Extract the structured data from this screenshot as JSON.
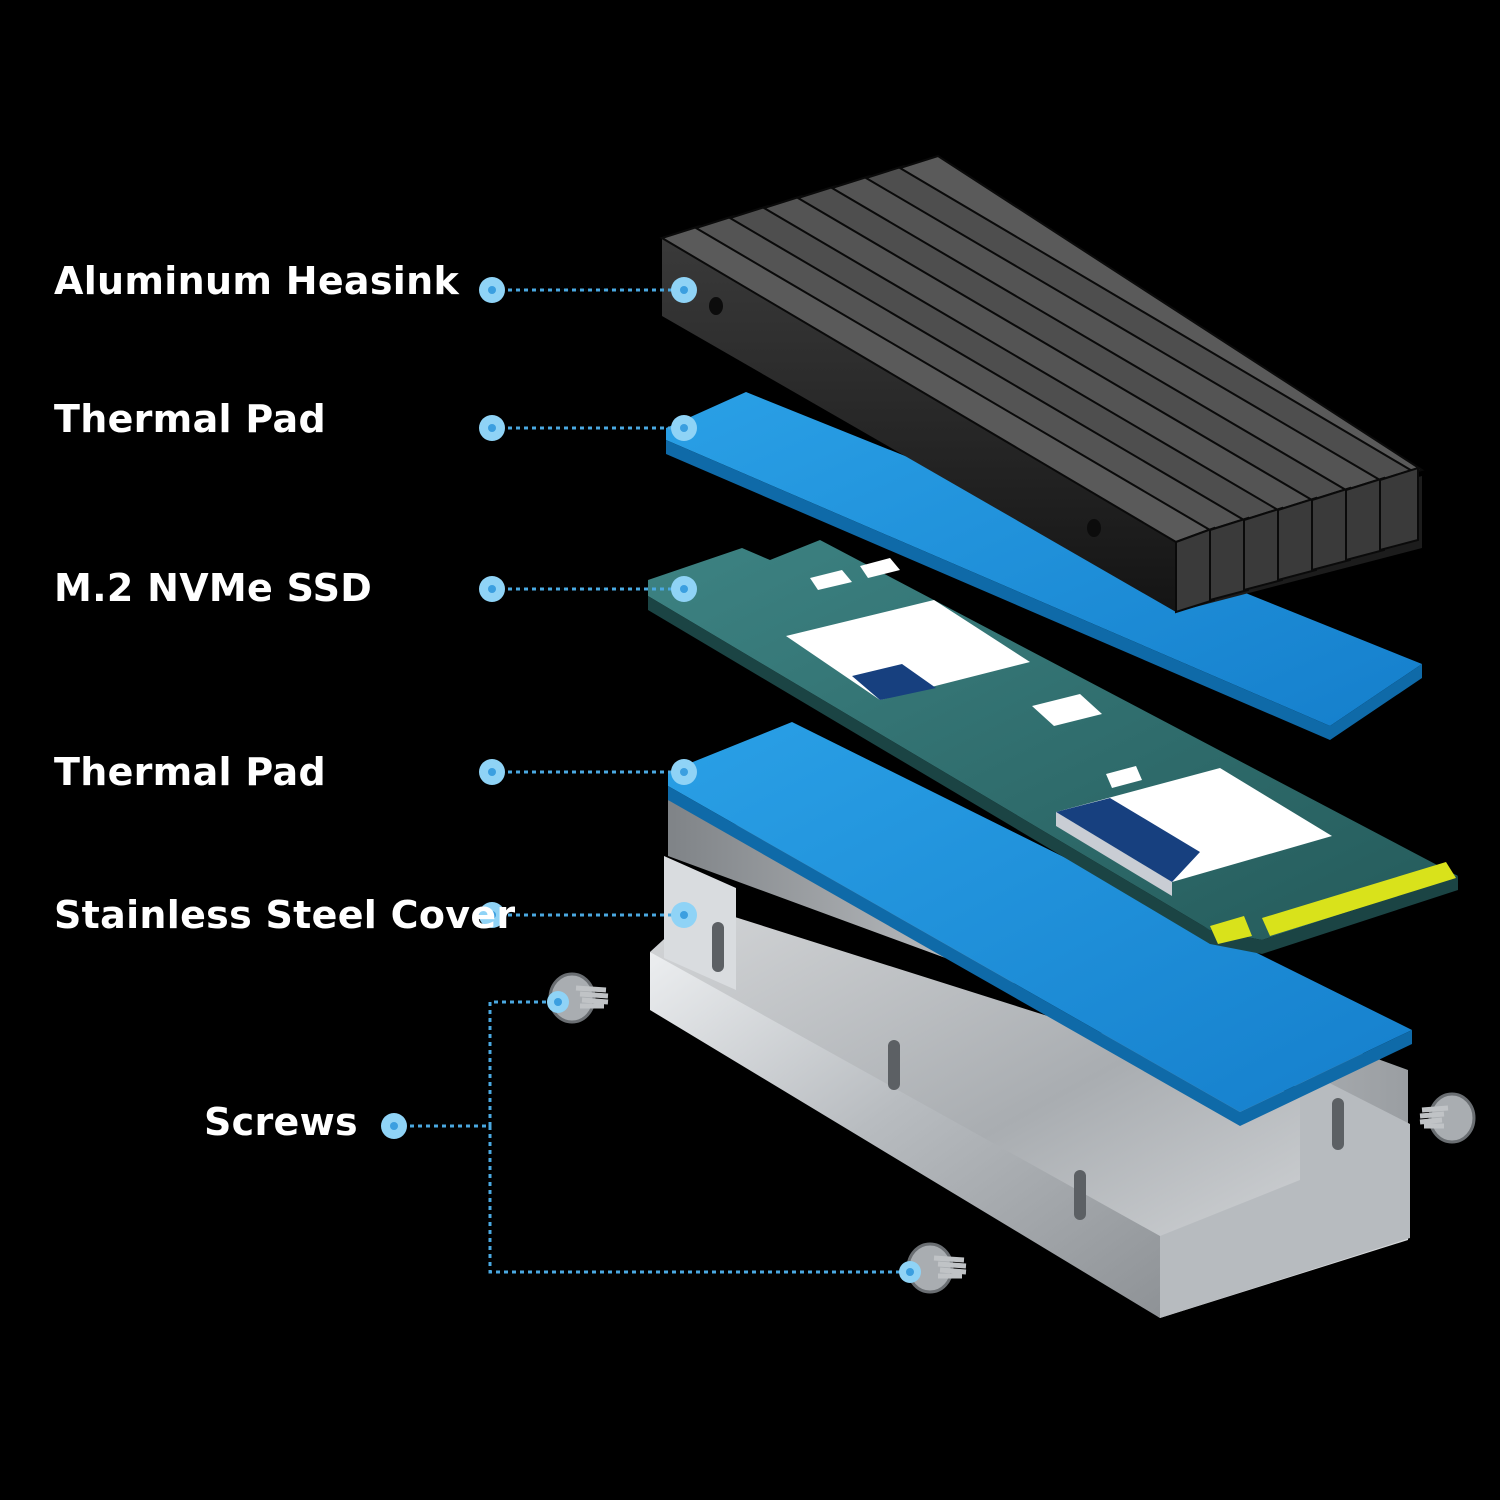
{
  "colors": {
    "background": "#000000",
    "label_text": "#ffffff",
    "callout_line": "#4aa8e0",
    "callout_dot": "#8fd3f6",
    "thermal_pad": "#1e8fd8",
    "pcb": "#2f6e6e",
    "heatsink": "#2a2a2a",
    "steel": "#c4c7ca",
    "gold_contacts": "#d9e21b"
  },
  "callouts": [
    {
      "id": "heatsink",
      "label": "Aluminum Heasink",
      "icon": "callout-dot-icon"
    },
    {
      "id": "thermal-pad-top",
      "label": "Thermal Pad",
      "icon": "callout-dot-icon"
    },
    {
      "id": "ssd",
      "label": "M.2 NVMe SSD",
      "icon": "callout-dot-icon"
    },
    {
      "id": "thermal-pad-bottom",
      "label": "Thermal Pad",
      "icon": "callout-dot-icon"
    },
    {
      "id": "cover",
      "label": "Stainless Steel Cover",
      "icon": "callout-dot-icon"
    },
    {
      "id": "screws",
      "label": "Screws",
      "icon": "screw-icon"
    }
  ]
}
